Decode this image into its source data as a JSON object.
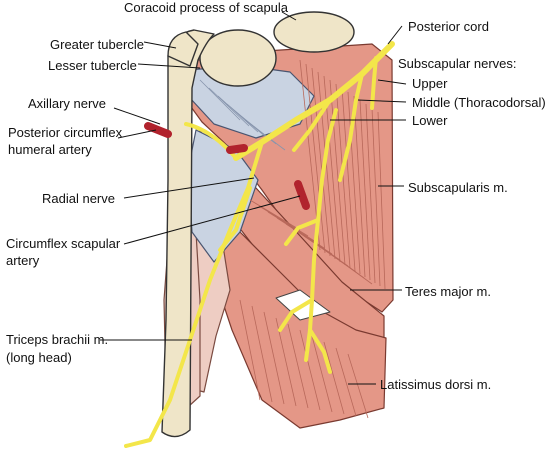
{
  "labels": {
    "coracoid": "Coracoid process of scapula",
    "posterior_cord": "Posterior cord",
    "greater_tubercle": "Greater tubercle",
    "subscapular_nerves": "Subscapular nerves:",
    "lesser_tubercle": "Lesser tubercle",
    "upper": "Upper",
    "middle": "Middle (Thoracodorsal)",
    "axillary_nerve": "Axillary nerve",
    "lower": "Lower",
    "post_circ_artery_1": "Posterior circumflex",
    "post_circ_artery_2": "humeral artery",
    "subscapularis": "Subscapularis m.",
    "radial_nerve": "Radial nerve",
    "circ_scap_1": "Circumflex scapular",
    "circ_scap_2": "artery",
    "teres_major": "Teres major m.",
    "triceps_1": "Triceps brachii m.",
    "triceps_2": "(long head)",
    "latissimus": "Latissimus dorsi m."
  },
  "colors": {
    "nerve": "#f3e64a",
    "nerve_outline": "#9a8a10",
    "muscle_red": "#e49787",
    "muscle_pale": "#eecdc3",
    "muscle_blue": "#c9d3e2",
    "bone": "#efe5c8",
    "artery": "#b1232d",
    "leader": "#111111"
  }
}
